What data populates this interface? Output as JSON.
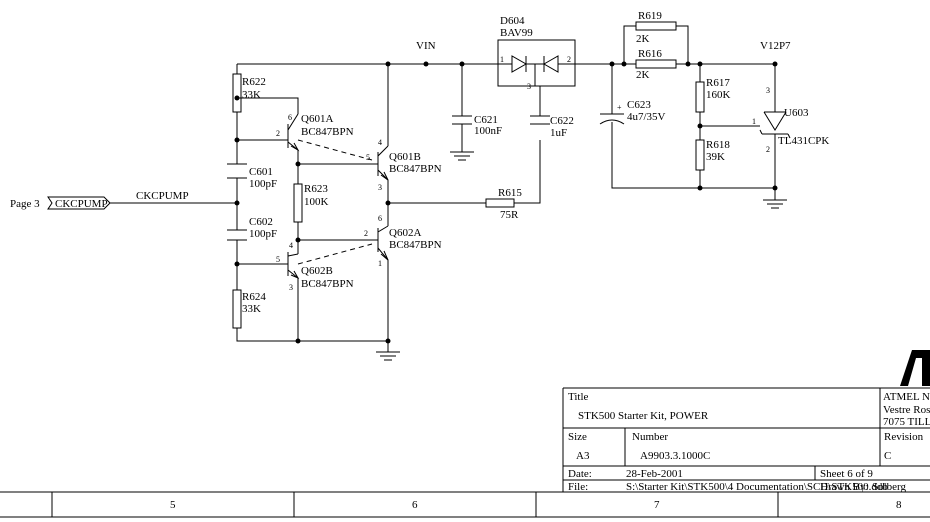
{
  "port": {
    "page_ref": "Page 3",
    "label": "CKCPUMP",
    "net": "CKCPUMP"
  },
  "nets": {
    "vin": "VIN",
    "v12": "V12P7"
  },
  "components": {
    "r622": {
      "ref": "R622",
      "value": "33K"
    },
    "r623": {
      "ref": "R623",
      "value": "100K"
    },
    "r624": {
      "ref": "R624",
      "value": "33K"
    },
    "r615": {
      "ref": "R615",
      "value": "75R"
    },
    "r619": {
      "ref": "R619",
      "value": "2K"
    },
    "r616": {
      "ref": "R616",
      "value": "2K"
    },
    "r617": {
      "ref": "R617",
      "value": "160K"
    },
    "r618": {
      "ref": "R618",
      "value": "39K"
    },
    "c601": {
      "ref": "C601",
      "value": "100pF"
    },
    "c602": {
      "ref": "C602",
      "value": "100pF"
    },
    "c621": {
      "ref": "C621",
      "value": "100nF"
    },
    "c622": {
      "ref": "C622",
      "value": "1uF"
    },
    "c623": {
      "ref": "C623",
      "value": "4u7/35V",
      "plus": "+"
    },
    "q601a": {
      "ref": "Q601A",
      "value": "BC847BPN"
    },
    "q601b": {
      "ref": "Q601B",
      "value": "BC847BPN"
    },
    "q602a": {
      "ref": "Q602A",
      "value": "BC847BPN"
    },
    "q602b": {
      "ref": "Q602B",
      "value": "BC847BPN"
    },
    "d604": {
      "ref": "D604",
      "value": "BAV99"
    },
    "u603": {
      "ref": "U603",
      "value": "TL431CPK"
    }
  },
  "pins": {
    "q601a_c": "6",
    "q601a_b": "2",
    "q601b_c": "4",
    "q601b_b": "5",
    "q601b_e": "3",
    "q602a_c": "6",
    "q602a_b": "2",
    "q602a_e": "1",
    "q602b_c": "4",
    "q602b_b": "5",
    "q602b_e": "3",
    "d604_1": "1",
    "d604_2": "2",
    "d604_3": "3",
    "u603_3": "3",
    "u603_1": "1",
    "u603_2": "2"
  },
  "title_block": {
    "title_label": "Title",
    "title": "STK500 Starter Kit,  POWER",
    "size_label": "Size",
    "size": "A3",
    "number_label": "Number",
    "number": "A9903.3.1000C",
    "revision_label": "Revision",
    "revision": "C",
    "date_label": "Date:",
    "date": "28-Feb-2001",
    "sheet": "Sheet 6 of  9",
    "file_label": "File:",
    "file": "S:\\Starter Kit\\STK500\\4 Documentation\\SCH\\STK500.ddb",
    "drawn_by": "Drawn By:",
    "drawn_by_name": "Solberg",
    "company_line1": "ATMEL N",
    "company_line2": "Vestre Ros",
    "company_line3": "7075 TILL"
  },
  "frame_columns": [
    "5",
    "6",
    "7",
    "8"
  ]
}
